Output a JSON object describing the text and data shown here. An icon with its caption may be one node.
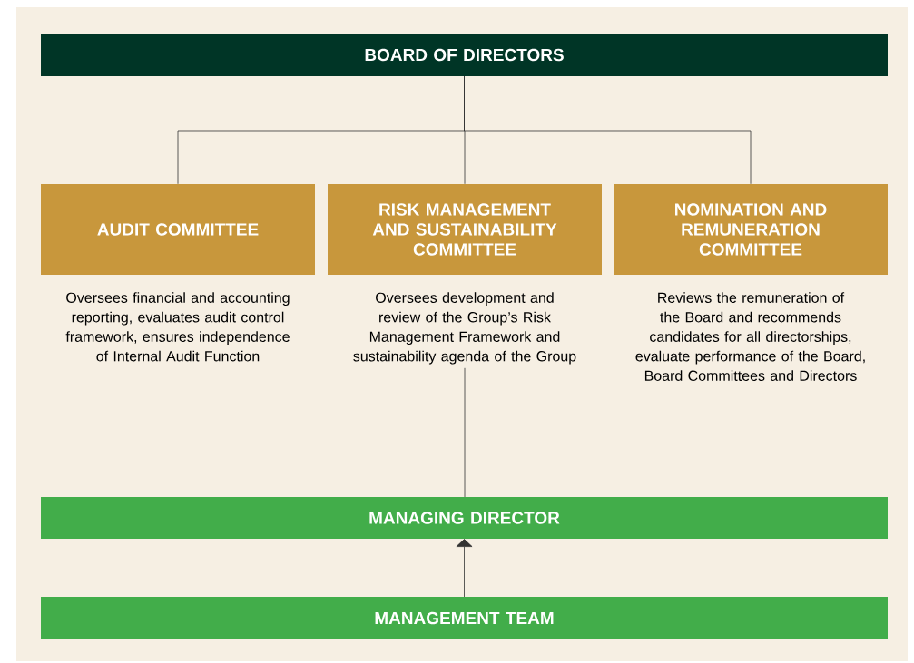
{
  "diagram": {
    "nodes": [
      {
        "text": [
          "BOARD OF DIRECTORS"
        ]
      },
      {
        "text": [
          "AUDIT COMMITTEE"
        ],
        "beside": [
          "Oversees financial and accounting reporting, evaluates audit control framework, ensures independence of Internal Audit Function"
        ]
      },
      {
        "text": [
          "RISK MANAGEMENT AND SUSTAINABILITY COMMITTEE"
        ],
        "beside": [
          "Oversees development and review of the Group’s Risk Management Framework and sustainability agenda of the Group"
        ]
      },
      {
        "text": [
          "NOMINATION AND REMUNERATION COMMITTEE"
        ],
        "beside": [
          "Reviews the remuneration of the Board and recommends candidates for all directorships, evaluate performance of the Board, Board Committees and Directors"
        ]
      },
      {
        "text": [
          "MANAGING DIRECTOR"
        ]
      },
      {
        "text": [
          "MANAGEMENT TEAM"
        ]
      }
    ],
    "edges": [
      {
        "from": 0,
        "to": 1,
        "arrow": "none"
      },
      {
        "from": 0,
        "to": 2,
        "arrow": "none"
      },
      {
        "from": 0,
        "to": 3,
        "arrow": "none"
      },
      {
        "from": 4,
        "to": 2,
        "arrow": "none"
      },
      {
        "from": 5,
        "to": 4,
        "arrow": "to"
      }
    ]
  }
}
